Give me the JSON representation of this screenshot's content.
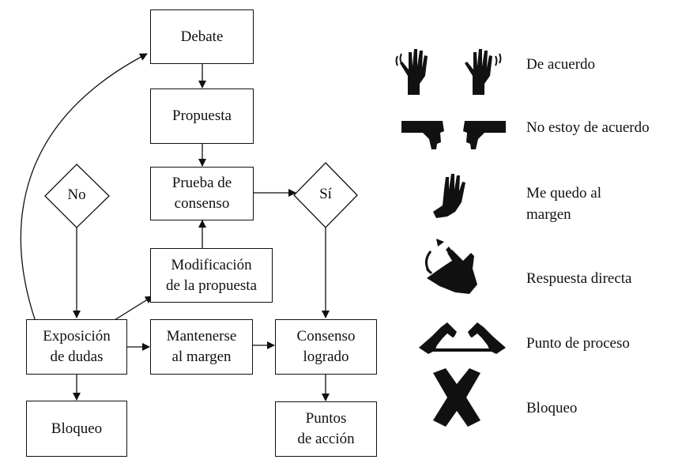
{
  "flowchart": {
    "debate": "Debate",
    "propuesta": "Propuesta",
    "prueba": [
      "Prueba de",
      "consenso"
    ],
    "modificacion": [
      "Modificación",
      "de la propuesta"
    ],
    "exposicion": [
      "Exposición",
      "de dudas"
    ],
    "mantenerse": [
      "Mantenerse",
      "al margen"
    ],
    "consenso_logrado": [
      "Consenso",
      "logrado"
    ],
    "bloqueo": "Bloqueo",
    "puntos": [
      "Puntos",
      "de acción"
    ],
    "decision_no": "No",
    "decision_si": "Sí"
  },
  "legend": [
    {
      "icon": "hands-up-wiggle-icon",
      "label": "De acuerdo"
    },
    {
      "icon": "hands-down-icon",
      "label": "No estoy de acuerdo"
    },
    {
      "icon": "hand-raised-flat-icon",
      "label": "Me quedo al margen"
    },
    {
      "icon": "hand-pointing-icon",
      "label": "Respuesta directa"
    },
    {
      "icon": "hands-triangle-icon",
      "label": "Punto de proceso"
    },
    {
      "icon": "arms-crossed-icon",
      "label": "Bloqueo"
    }
  ]
}
